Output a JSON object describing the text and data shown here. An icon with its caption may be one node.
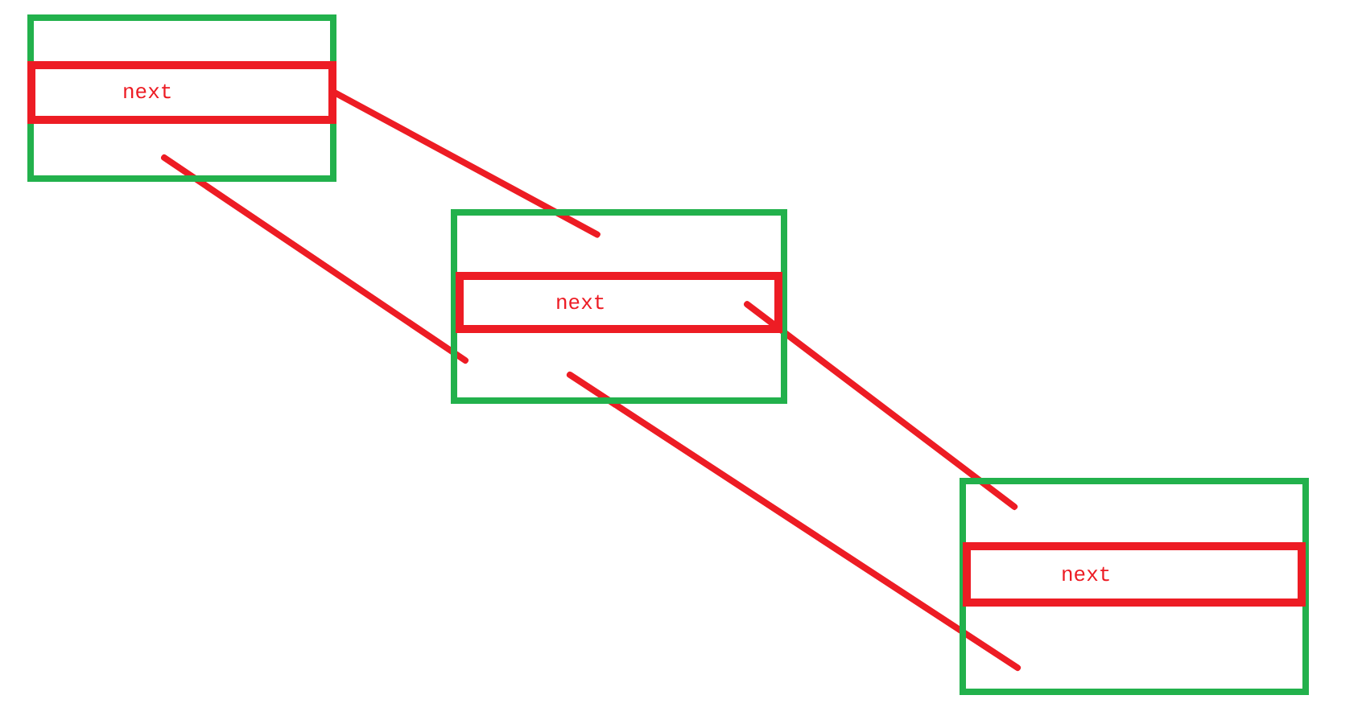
{
  "diagram": {
    "nodes": [
      {
        "text": [],
        "shape": "box"
      },
      {
        "text": [
          "next"
        ],
        "in": 0
      },
      {
        "text": [],
        "shape": "box"
      },
      {
        "text": [
          "next"
        ],
        "in": 2
      },
      {
        "text": [],
        "shape": "box"
      },
      {
        "text": [
          "next"
        ],
        "in": 4
      }
    ],
    "edges": [
      {
        "from": 1,
        "to": 2,
        "arrow": "none"
      },
      {
        "from": 0,
        "to": 2,
        "arrow": "none"
      },
      {
        "from": 3,
        "to": 4,
        "arrow": "none"
      },
      {
        "from": 2,
        "to": 4,
        "arrow": "none"
      }
    ]
  }
}
